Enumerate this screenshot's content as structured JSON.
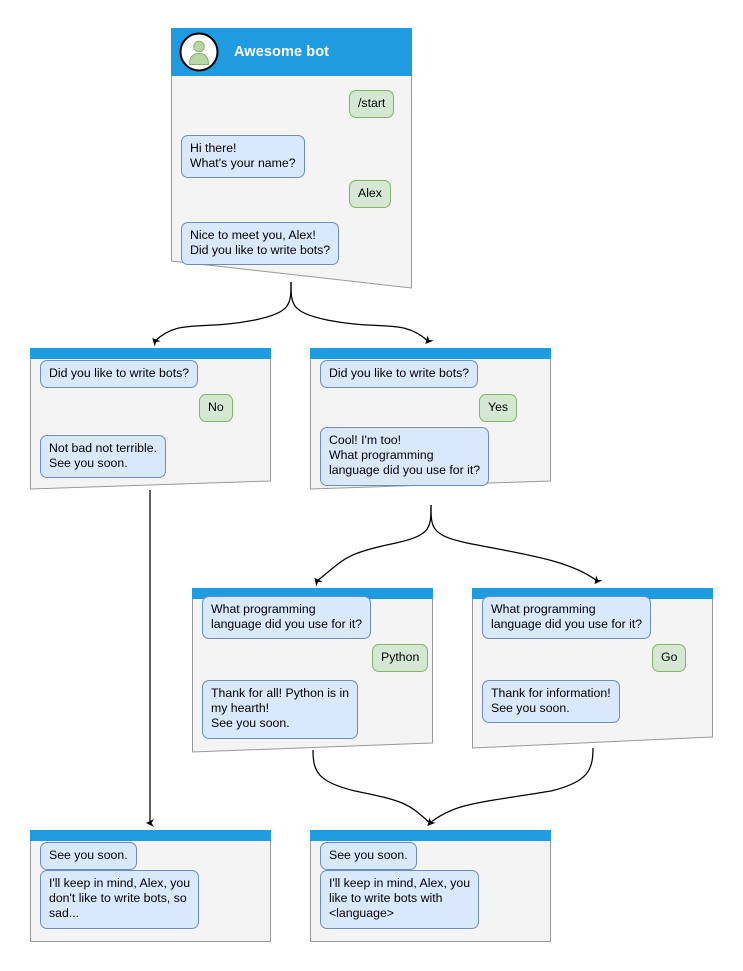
{
  "diagram": {
    "kind": "chatbot-flow-diagram",
    "background": "#ffffff",
    "colors": {
      "header_blue": "#1f9ce0",
      "card_fill": "#f4f4f4",
      "card_border": "#999999",
      "incoming_bubble_fill": "#dae8fc",
      "incoming_bubble_border": "#6c8ebf",
      "outgoing_bubble_fill": "#d5e8d4",
      "outgoing_bubble_border": "#82b366",
      "avatar_fill": "#b7d7a8",
      "edge_color": "#000000"
    }
  },
  "root_card": {
    "title": "Awesome bot",
    "avatar_icon": "user-avatar-icon",
    "messages": [
      {
        "dir": "out",
        "text": "/start"
      },
      {
        "dir": "in",
        "text": "Hi there!\nWhat's your name?"
      },
      {
        "dir": "out",
        "text": "Alex"
      },
      {
        "dir": "in",
        "text": "Nice to meet you, Alex!\nDid you like to write bots?"
      }
    ]
  },
  "cards": [
    {
      "id": "card-no",
      "messages": [
        {
          "dir": "in",
          "text": "Did you like to write bots?"
        },
        {
          "dir": "out",
          "text": "No"
        },
        {
          "dir": "in",
          "text": "Not bad not terrible.\nSee you soon."
        }
      ]
    },
    {
      "id": "card-yes",
      "messages": [
        {
          "dir": "in",
          "text": "Did you like to write bots?"
        },
        {
          "dir": "out",
          "text": "Yes"
        },
        {
          "dir": "in",
          "text": "Cool! I'm too!\nWhat programming\nlanguage did you use for it?"
        }
      ]
    },
    {
      "id": "card-python",
      "messages": [
        {
          "dir": "in",
          "text": "What programming\nlanguage did you use for it?"
        },
        {
          "dir": "out",
          "text": "Python"
        },
        {
          "dir": "in",
          "text": "Thank for all! Python is in\nmy hearth!\nSee you soon."
        }
      ]
    },
    {
      "id": "card-go",
      "messages": [
        {
          "dir": "in",
          "text": "What programming\nlanguage did you use for it?"
        },
        {
          "dir": "out",
          "text": "Go"
        },
        {
          "dir": "in",
          "text": "Thank for information!\nSee you soon."
        }
      ]
    },
    {
      "id": "card-end-sad",
      "messages": [
        {
          "dir": "in",
          "text": "See you soon."
        },
        {
          "dir": "in",
          "text": "I'll keep in mind, Alex, you\ndon't like to write bots, so\nsad..."
        }
      ]
    },
    {
      "id": "card-end-happy",
      "messages": [
        {
          "dir": "in",
          "text": "See you soon."
        },
        {
          "dir": "in",
          "text": "I'll keep in mind, Alex, you\nlike to write bots with\n<language>"
        }
      ]
    }
  ]
}
